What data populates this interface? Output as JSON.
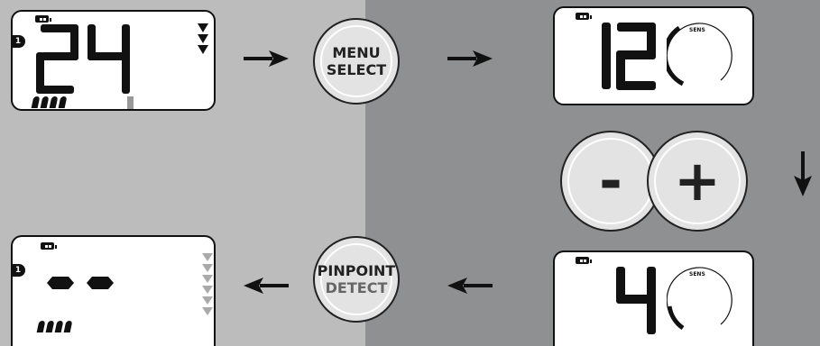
{
  "buttons": {
    "menu_select": {
      "line1": "MENU",
      "line2": "SELECT"
    },
    "pinpoint_detect": {
      "line1": "PINPOINT",
      "line2": "DETECT"
    },
    "minus": "-",
    "plus": "+"
  },
  "screens": {
    "top_left": {
      "indicator": "1",
      "value": "24"
    },
    "top_right": {
      "value": "12",
      "arc_label": "SENS"
    },
    "bottom_right": {
      "value": "4",
      "arc_label": "SENS"
    },
    "bottom_left": {
      "indicator": "1",
      "value": "--"
    }
  },
  "colors": {
    "left_bg": "#bcbcbd",
    "right_bg": "#8f9092",
    "button_face": "#e3e3e3"
  }
}
